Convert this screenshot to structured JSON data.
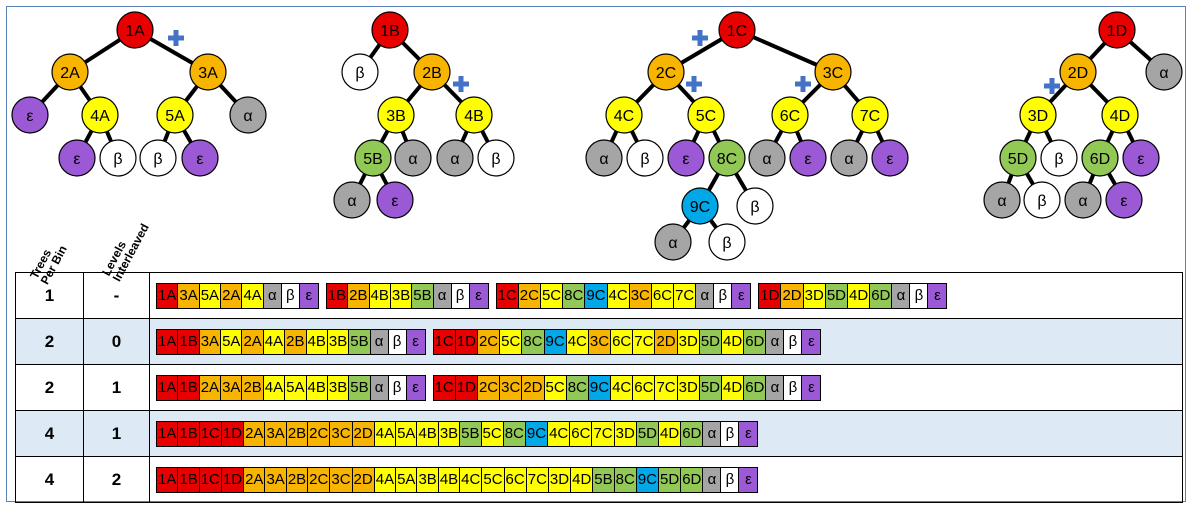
{
  "colors": {
    "level1": "#e80000",
    "level2": "#f7b400",
    "level3": "#ffff00",
    "level4": "#92c856",
    "level5": "#00a8e8",
    "alpha": "#a5a5a5",
    "beta": "#ffffff",
    "epsilon": "#9b59d6",
    "plus": "#4472c4",
    "border": "#5b7fb8"
  },
  "headers": {
    "col1": "Trees\nPer Bin",
    "col2": "Levels\nInterleaved"
  },
  "trees": [
    {
      "id": "A",
      "nodes": [
        {
          "label": "1A",
          "kind": "level1"
        },
        {
          "label": "2A",
          "kind": "level2"
        },
        {
          "label": "3A",
          "kind": "level2"
        },
        {
          "label": "ε",
          "kind": "epsilon"
        },
        {
          "label": "4A",
          "kind": "level3"
        },
        {
          "label": "5A",
          "kind": "level3"
        },
        {
          "label": "α",
          "kind": "alpha"
        },
        {
          "label": "ε",
          "kind": "epsilon"
        },
        {
          "label": "β",
          "kind": "beta"
        },
        {
          "label": "β",
          "kind": "beta"
        },
        {
          "label": "ε",
          "kind": "epsilon"
        }
      ],
      "plus_count": 1
    },
    {
      "id": "B",
      "nodes": [
        {
          "label": "1B",
          "kind": "level1"
        },
        {
          "label": "β",
          "kind": "beta"
        },
        {
          "label": "2B",
          "kind": "level2"
        },
        {
          "label": "3B",
          "kind": "level3"
        },
        {
          "label": "4B",
          "kind": "level3"
        },
        {
          "label": "5B",
          "kind": "level4"
        },
        {
          "label": "α",
          "kind": "alpha"
        },
        {
          "label": "α",
          "kind": "alpha"
        },
        {
          "label": "β",
          "kind": "beta"
        },
        {
          "label": "α",
          "kind": "alpha"
        },
        {
          "label": "ε",
          "kind": "epsilon"
        }
      ],
      "plus_count": 1
    },
    {
      "id": "C",
      "nodes": [
        {
          "label": "1C",
          "kind": "level1"
        },
        {
          "label": "2C",
          "kind": "level2"
        },
        {
          "label": "3C",
          "kind": "level2"
        },
        {
          "label": "4C",
          "kind": "level3"
        },
        {
          "label": "5C",
          "kind": "level3"
        },
        {
          "label": "6C",
          "kind": "level3"
        },
        {
          "label": "7C",
          "kind": "level3"
        },
        {
          "label": "α",
          "kind": "alpha"
        },
        {
          "label": "β",
          "kind": "beta"
        },
        {
          "label": "ε",
          "kind": "epsilon"
        },
        {
          "label": "8C",
          "kind": "level4"
        },
        {
          "label": "α",
          "kind": "alpha"
        },
        {
          "label": "ε",
          "kind": "epsilon"
        },
        {
          "label": "α",
          "kind": "alpha"
        },
        {
          "label": "ε",
          "kind": "epsilon"
        },
        {
          "label": "9C",
          "kind": "level5"
        },
        {
          "label": "β",
          "kind": "beta"
        },
        {
          "label": "α",
          "kind": "alpha"
        },
        {
          "label": "β",
          "kind": "beta"
        }
      ],
      "plus_count": 3
    },
    {
      "id": "D",
      "nodes": [
        {
          "label": "1D",
          "kind": "level1"
        },
        {
          "label": "2D",
          "kind": "level2"
        },
        {
          "label": "α",
          "kind": "alpha"
        },
        {
          "label": "3D",
          "kind": "level3"
        },
        {
          "label": "4D",
          "kind": "level3"
        },
        {
          "label": "5D",
          "kind": "level4"
        },
        {
          "label": "β",
          "kind": "beta"
        },
        {
          "label": "6D",
          "kind": "level4"
        },
        {
          "label": "ε",
          "kind": "epsilon"
        },
        {
          "label": "α",
          "kind": "alpha"
        },
        {
          "label": "β",
          "kind": "beta"
        },
        {
          "label": "α",
          "kind": "alpha"
        },
        {
          "label": "ε",
          "kind": "epsilon"
        }
      ],
      "plus_count": 1
    }
  ],
  "rows": [
    {
      "trees_per_bin": "1",
      "levels_interleaved": "-",
      "shaded": false,
      "groups": [
        [
          "1A",
          "3A",
          "5A",
          "2A",
          "4A",
          "α",
          "β",
          "ε"
        ],
        [
          "1B",
          "2B",
          "4B",
          "3B",
          "5B",
          "α",
          "β",
          "ε"
        ],
        [
          "1C",
          "2C",
          "5C",
          "8C",
          "9C",
          "4C",
          "3C",
          "6C",
          "7C",
          "α",
          "β",
          "ε"
        ],
        [
          "1D",
          "2D",
          "3D",
          "5D",
          "4D",
          "6D",
          "α",
          "β",
          "ε"
        ]
      ]
    },
    {
      "trees_per_bin": "2",
      "levels_interleaved": "0",
      "shaded": true,
      "groups": [
        [
          "1A",
          "1B",
          "3A",
          "5A",
          "2A",
          "4A",
          "2B",
          "4B",
          "3B",
          "5B",
          "α",
          "β",
          "ε"
        ],
        [
          "1C",
          "1D",
          "2C",
          "5C",
          "8C",
          "9C",
          "4C",
          "3C",
          "6C",
          "7C",
          "2D",
          "3D",
          "5D",
          "4D",
          "6D",
          "α",
          "β",
          "ε"
        ]
      ]
    },
    {
      "trees_per_bin": "2",
      "levels_interleaved": "1",
      "shaded": false,
      "groups": [
        [
          "1A",
          "1B",
          "2A",
          "3A",
          "2B",
          "4A",
          "5A",
          "4B",
          "3B",
          "5B",
          "α",
          "β",
          "ε"
        ],
        [
          "1C",
          "1D",
          "2C",
          "3C",
          "2D",
          "5C",
          "8C",
          "9C",
          "4C",
          "6C",
          "7C",
          "3D",
          "5D",
          "4D",
          "6D",
          "α",
          "β",
          "ε"
        ]
      ]
    },
    {
      "trees_per_bin": "4",
      "levels_interleaved": "1",
      "shaded": true,
      "groups": [
        [
          "1A",
          "1B",
          "1C",
          "1D",
          "2A",
          "3A",
          "2B",
          "2C",
          "3C",
          "2D",
          "4A",
          "5A",
          "4B",
          "3B",
          "5B",
          "5C",
          "8C",
          "9C",
          "4C",
          "6C",
          "7C",
          "3D",
          "5D",
          "4D",
          "6D",
          "α",
          "β",
          "ε"
        ]
      ]
    },
    {
      "trees_per_bin": "4",
      "levels_interleaved": "2",
      "shaded": false,
      "groups": [
        [
          "1A",
          "1B",
          "1C",
          "1D",
          "2A",
          "3A",
          "2B",
          "2C",
          "3C",
          "2D",
          "4A",
          "5A",
          "3B",
          "4B",
          "4C",
          "5C",
          "6C",
          "7C",
          "3D",
          "4D",
          "5B",
          "8C",
          "9C",
          "5D",
          "6D",
          "α",
          "β",
          "ε"
        ]
      ]
    }
  ]
}
